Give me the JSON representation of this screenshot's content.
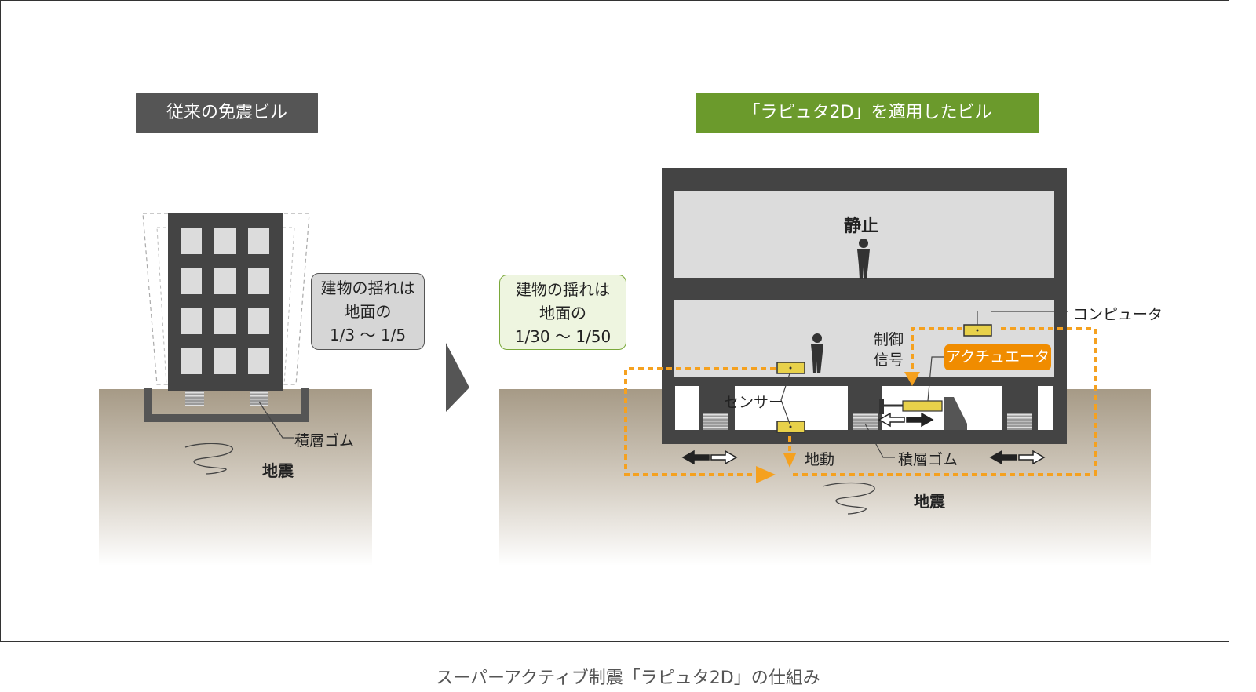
{
  "left_panel": {
    "header": "従来の免震ビル",
    "ratio_lines": [
      "建物の揺れは",
      "地面の",
      "1/3 ～ 1/5"
    ],
    "rubber_label": "積層ゴム",
    "quake_label": "地震"
  },
  "right_panel": {
    "header": "「ラピュタ2D」を適用したビル",
    "ratio_lines": [
      "建物の揺れは",
      "地面の",
      "1/30 ～ 1/50"
    ],
    "upper_floor_label": "静止",
    "control_signal_lines": [
      "制御",
      "信号"
    ],
    "computer_label": "コンピュータ",
    "actuator_label": "アクチュエータ",
    "sensor_label": "センサー",
    "ground_motion_label": "地動",
    "rubber_label": "積層ゴム",
    "quake_label": "地震"
  },
  "caption": "スーパーアクティブ制震「ラピュタ2D」の仕組み",
  "colors": {
    "header_left": "#555555",
    "header_right": "#6b9a2c",
    "signal_orange": "#f5a11f",
    "actuator_orange": "#f08c00",
    "ground": "#a69a86",
    "building": "#444444"
  }
}
